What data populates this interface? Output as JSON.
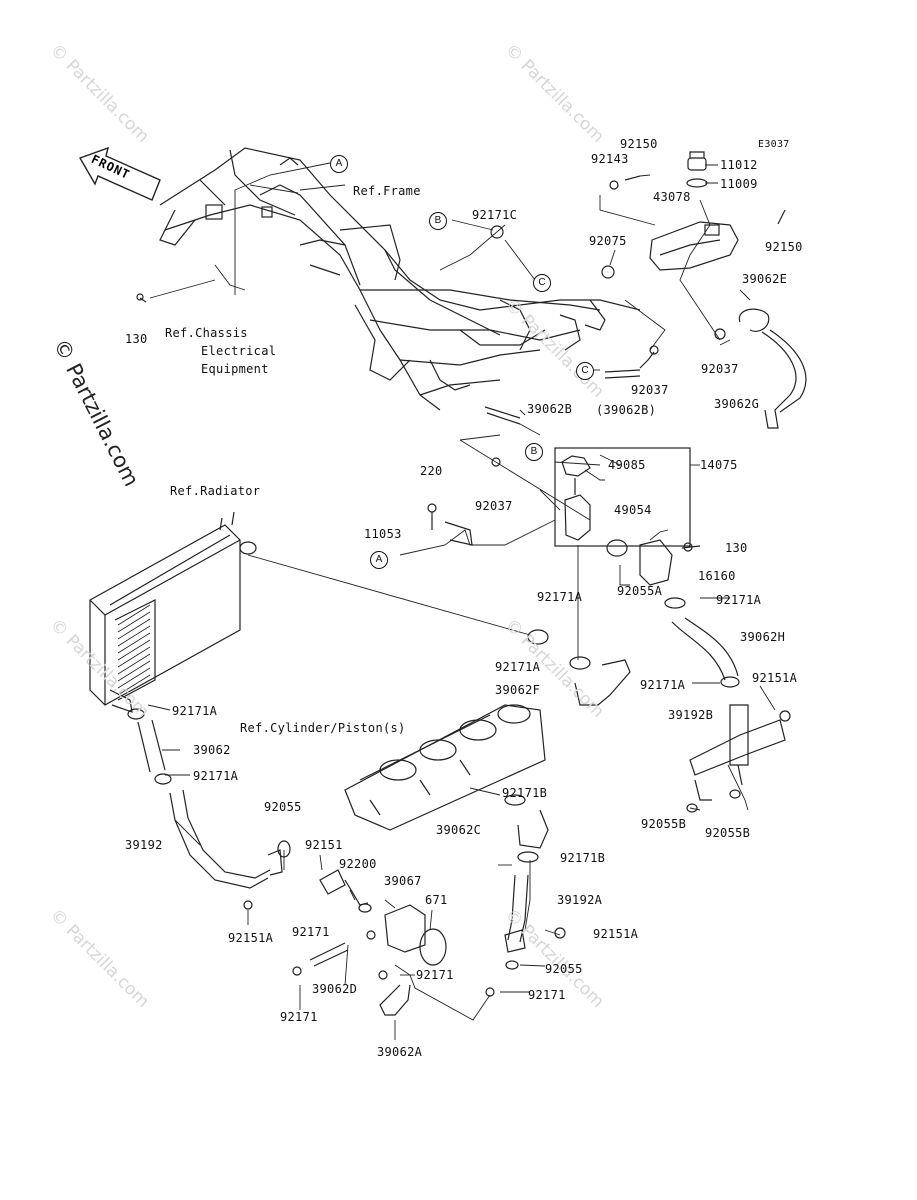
{
  "diagram_code": "E3037",
  "front_label": "FRONT",
  "watermark": "© Partzilla.com",
  "references": {
    "frame": "Ref.Frame",
    "chassis_line1": "Ref.Chassis",
    "chassis_line2": "Electrical",
    "chassis_line3": "Equipment",
    "radiator": "Ref.Radiator",
    "cylinder": "Ref.Cylinder/Piston(s)"
  },
  "callouts": {
    "a": "A",
    "b": "B",
    "c": "C"
  },
  "parts": {
    "p92150_top": "92150",
    "p92143": "92143",
    "p11012": "11012",
    "p11009": "11009",
    "p43078": "43078",
    "p92150_right": "92150",
    "p92171c": "92171C",
    "p92075": "92075",
    "p39062e": "39062E",
    "p130_top": "130",
    "p92037_a": "92037",
    "p92037_b": "92037",
    "p39062b_paren": "(39062B)",
    "p39062g": "39062G",
    "p39062b": "39062B",
    "p49085": "49085",
    "p14075": "14075",
    "p220": "220",
    "p92037_c": "92037",
    "p49054": "49054",
    "p11053": "11053",
    "p130_mid": "130",
    "p92055a": "92055A",
    "p16160": "16160",
    "p92171a_1": "92171A",
    "p92171a_2": "92171A",
    "p39062h": "39062H",
    "p92171a_3": "92171A",
    "p39062f": "39062F",
    "p92171a_4": "92171A",
    "p92151a_1": "92151A",
    "p92171a_5": "92171A",
    "p39192b": "39192B",
    "p39062": "39062",
    "p92171a_6": "92171A",
    "p92171b_1": "92171B",
    "p92055b_1": "92055B",
    "p92055b_2": "92055B",
    "p92055": "92055",
    "p39062c": "39062C",
    "p39192": "39192",
    "p92151": "92151",
    "p92171b_2": "92171B",
    "p92200": "92200",
    "p39067": "39067",
    "p671": "671",
    "p39192a": "39192A",
    "p92151a_2": "92151A",
    "p92151a_3": "92151A",
    "p92171_1": "92171",
    "p92055_b": "92055",
    "p92171_2": "92171",
    "p39062d": "39062D",
    "p92171_3": "92171",
    "p92171_4": "92171",
    "p39062a": "39062A"
  }
}
